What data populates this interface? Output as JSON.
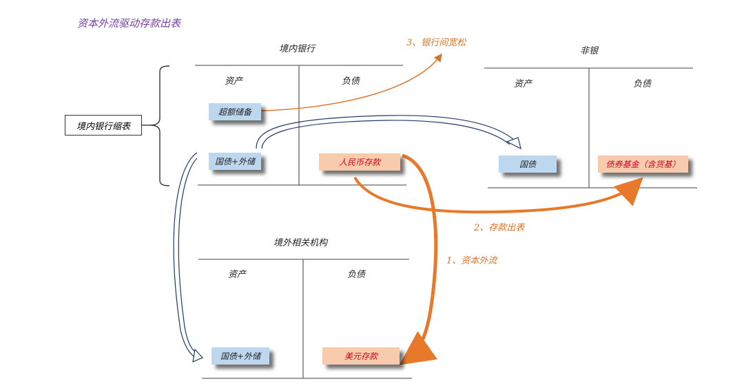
{
  "title": "资本外流驱动存款出表",
  "domestic_bank": {
    "name": "境内银行",
    "assets_label": "资产",
    "liabilities_label": "负债",
    "asset_items": [
      "超额储备",
      "国债+外储"
    ],
    "liability_items": [
      "人民币存款"
    ]
  },
  "shrink_label": "境内银行缩表",
  "non_bank": {
    "name": "非银",
    "assets_label": "资产",
    "liabilities_label": "负债",
    "asset_items": [
      "国债"
    ],
    "liability_items": [
      "债券基金（含货基）"
    ]
  },
  "overseas": {
    "name": "境外相关机构",
    "assets_label": "资产",
    "liabilities_label": "负债",
    "asset_items": [
      "国债+外储"
    ],
    "liability_items": [
      "美元存款"
    ]
  },
  "flows": {
    "step1": "1、资本外流",
    "step2": "2、存款出表",
    "step3": "3、银行间宽松"
  },
  "colors": {
    "title": "#7a3fa6",
    "flow": "#d9752b",
    "asset_box": "#bdd7ee",
    "liability_box": "#f8cbad",
    "hollow_arrow": "#1f3864"
  }
}
